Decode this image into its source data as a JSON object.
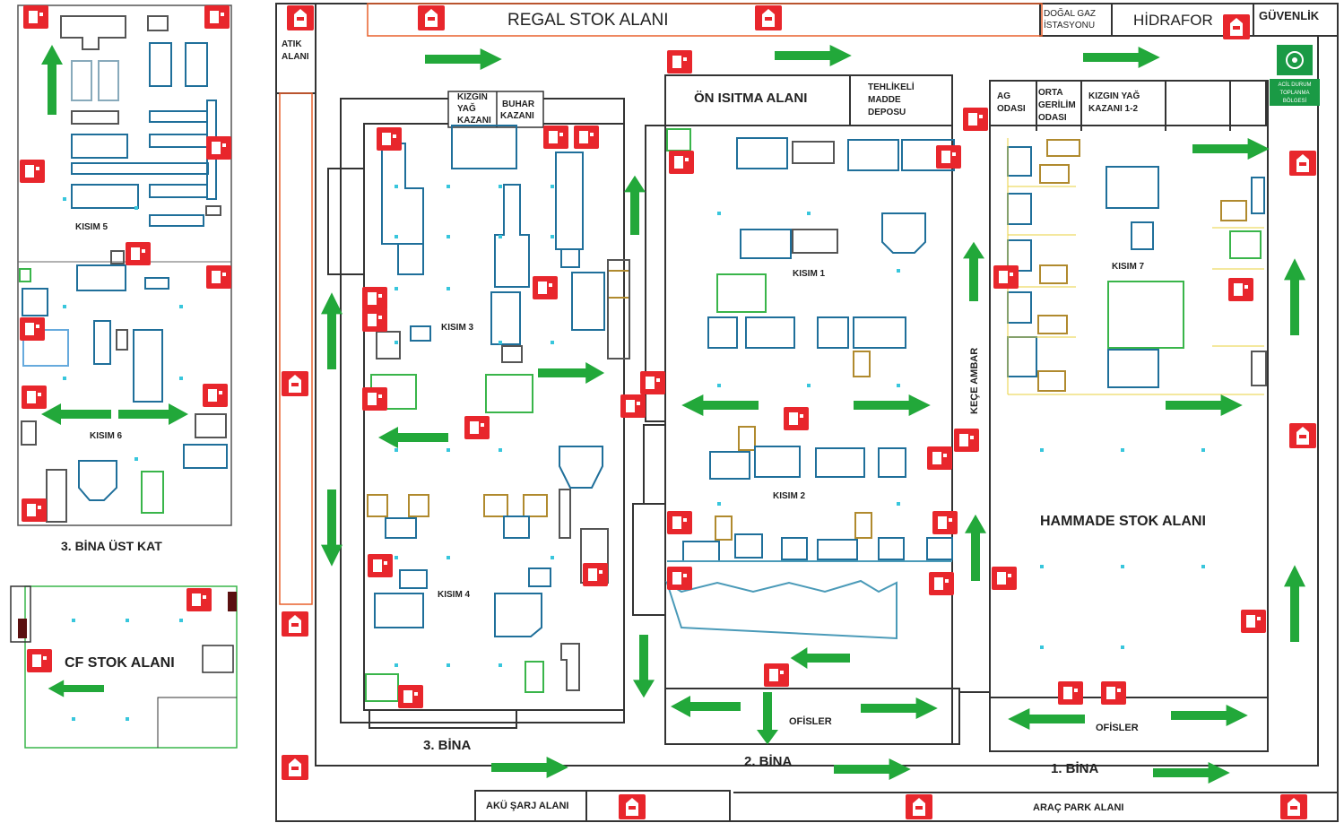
{
  "areas": {
    "regal_stok": "REGAL STOK ALANI",
    "dogal_gaz_1": "DOĞAL GAZ",
    "dogal_gaz_2": "İSTASYONU",
    "hidrafor": "HİDRAFOR",
    "guvenlik": "GÜVENLİK",
    "atik_1": "ATIK",
    "atik_2": "ALANI",
    "kizgin_yag_kazani_1": "KIZGIN",
    "kizgin_yag_kazani_2": "YAĞ",
    "kizgin_yag_kazani_3": "KAZANI",
    "buhar_kazani_1": "BUHAR",
    "buhar_kazani_2": "KAZANI",
    "on_isitma": "ÖN ISITMA ALANI",
    "tehlikeli_1": "TEHLİKELİ",
    "tehlikeli_2": "MADDE",
    "tehlikeli_3": "DEPOSU",
    "ag_odasi_1": "AG",
    "ag_odasi_2": "ODASI",
    "orta_gerilim_1": "ORTA",
    "orta_gerilim_2": "GERİLİM",
    "orta_gerilim_3": "ODASI",
    "kizgin_yag_12_1": "KIZGIN YAĞ",
    "kizgin_yag_12_2": "KAZANI 1-2",
    "acil_1": "ACİL DURUM",
    "acil_2": "TOPLANMA",
    "acil_3": "BÖLGESİ",
    "kece_ambar": "KEÇE AMBAR",
    "hammade": "HAMMADE STOK ALANI",
    "ofisler_2": "OFİSLER",
    "ofisler_1": "OFİSLER",
    "aku_sarj": "AKÜ ŞARJ ALANI",
    "arac_park": "ARAÇ PARK ALANI",
    "cf_stok": "CF STOK ALANI"
  },
  "sections": {
    "kisim1": "KISIM 1",
    "kisim2": "KISIM 2",
    "kisim3": "KISIM 3",
    "kisim4": "KISIM 4",
    "kisim5": "KISIM 5",
    "kisim6": "KISIM 6",
    "kisim7": "KISIM 7"
  },
  "buildings": {
    "bina1": "1. BİNA",
    "bina2": "2. BİNA",
    "bina3": "3. BİNA",
    "bina3_ust": "3. BİNA ÜST KAT"
  },
  "colors": {
    "wall": "#333333",
    "fire_red": "#e8262c",
    "arrow_green": "#22a83a",
    "machine_blue": "#1f6f9a",
    "machine_green": "#39b54a",
    "machine_brown": "#b08a2e",
    "sprinkler": "#38c6dc",
    "orange_line": "#e8602c"
  },
  "icons": {
    "extinguisher": "fire-extinguisher-icon",
    "hydrant": "fire-hydrant-icon",
    "arrow": "escape-route-arrow-icon",
    "assembly": "assembly-point-icon"
  }
}
